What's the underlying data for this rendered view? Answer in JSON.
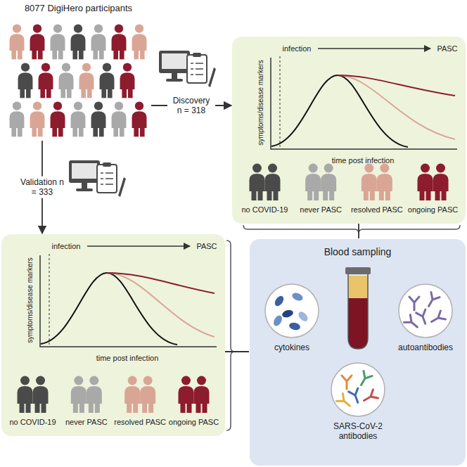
{
  "diagram": {
    "nodes": [
      {
        "text": [
          "8077 DigiHero participants"
        ]
      },
      {
        "text": [
          "infection",
          "PASC",
          "symptoms/disease markers",
          "time post infection",
          "no COVID-19",
          "never PASC",
          "resolved PASC",
          "ongoing PASC"
        ]
      },
      {
        "text": [
          "infection",
          "PASC",
          "symptoms/disease markers",
          "time post infection",
          "no COVID-19",
          "never PASC",
          "resolved PASC",
          "ongoing PASC"
        ]
      },
      {
        "text": [
          "Blood sampling"
        ]
      },
      {
        "text": [
          "cytokines"
        ],
        "in": 3
      },
      {
        "text": [
          "autoantibodies"
        ],
        "in": 3
      },
      {
        "text": [
          "SARS-CoV-2 antibodies"
        ],
        "in": 3
      }
    ],
    "edges": [
      {
        "from": 0,
        "to": 1,
        "label": "Discovery n = 318",
        "arrow": "to"
      },
      {
        "from": 0,
        "to": 2,
        "label": "Validation n = 333",
        "arrow": "to"
      },
      {
        "from": 1,
        "to": 3,
        "arrow": "none"
      },
      {
        "from": 2,
        "to": 3,
        "arrow": "none"
      }
    ]
  }
}
